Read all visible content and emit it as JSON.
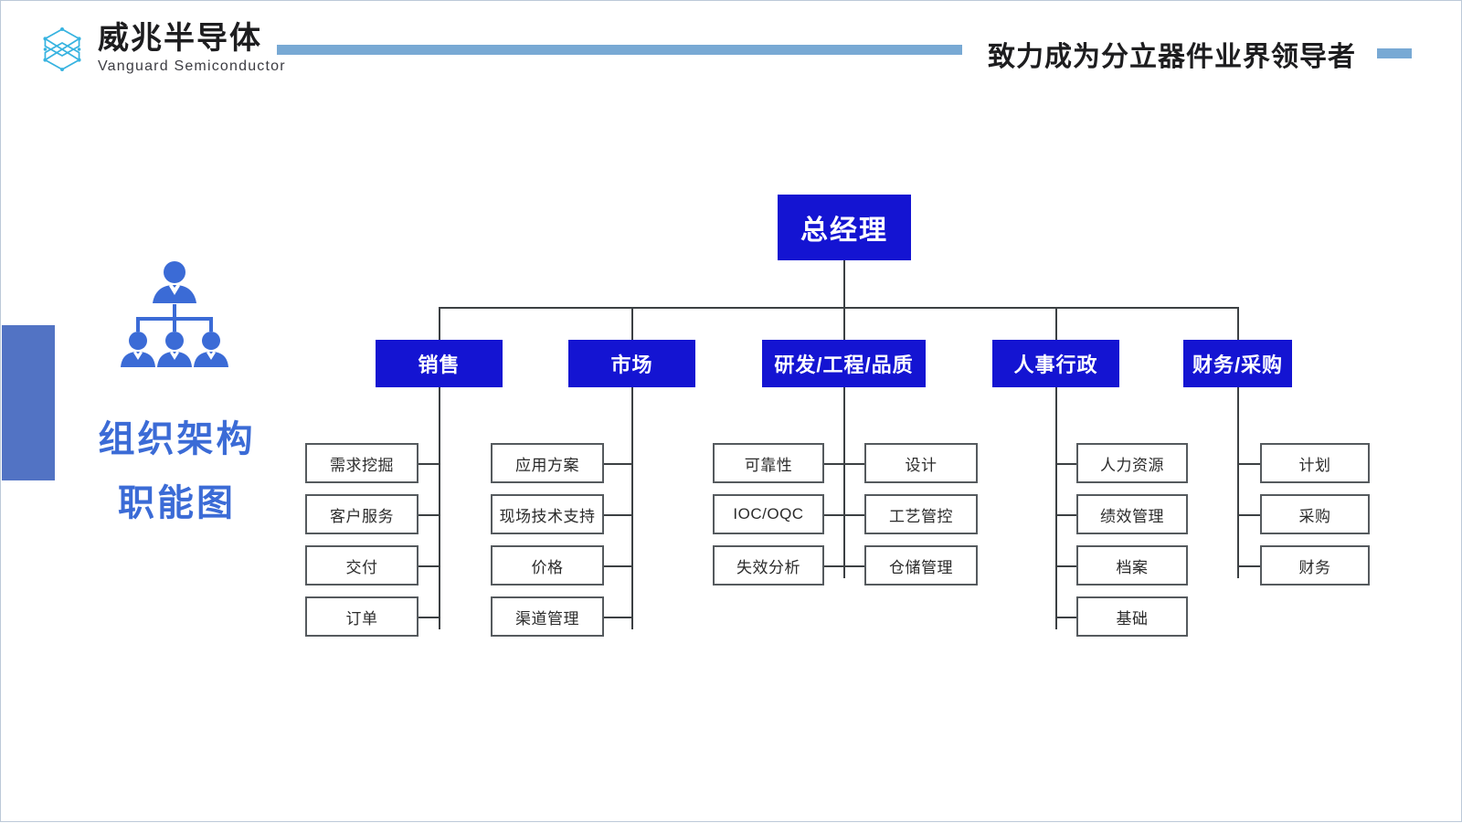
{
  "header": {
    "logo_cn": "威兆半导体",
    "logo_en": "Vanguard Semiconductor",
    "logo_icon": "vanguard-hexagon-logo",
    "tagline": "致力成为分立器件业界领导者",
    "rule_color": "#78a9d4"
  },
  "left_panel": {
    "icon": "org-hierarchy-people-icon",
    "title_line1": "组织架构",
    "title_line2": "职能图",
    "accent_block_color": "#5273c4",
    "title_color": "#3b6bd6"
  },
  "chart_data": {
    "type": "diagram",
    "title": "组织架构职能图",
    "colors": {
      "node_fill": "#1414d2",
      "node_text": "#ffffff",
      "leaf_fill": "#ffffff",
      "leaf_border": "#555a5e",
      "connector": "#3c4043"
    },
    "root": {
      "label": "总经理"
    },
    "departments": [
      {
        "label": "销售",
        "side": "left",
        "children": [
          "需求挖掘",
          "客户服务",
          "交付",
          "订单"
        ]
      },
      {
        "label": "市场",
        "side": "left",
        "children": [
          "应用方案",
          "现场技术支持",
          "价格",
          "渠道管理"
        ]
      },
      {
        "label": "研发/工程/品质",
        "side": "both",
        "children_left": [
          "可靠性",
          "IOC/OQC",
          "失效分析"
        ],
        "children_right": [
          "设计",
          "工艺管控",
          "仓储管理"
        ]
      },
      {
        "label": "人事行政",
        "side": "right",
        "children": [
          "人力资源",
          "绩效管理",
          "档案",
          "基础"
        ]
      },
      {
        "label": "财务/采购",
        "side": "right",
        "children": [
          "计划",
          "采购",
          "财务"
        ]
      }
    ]
  }
}
